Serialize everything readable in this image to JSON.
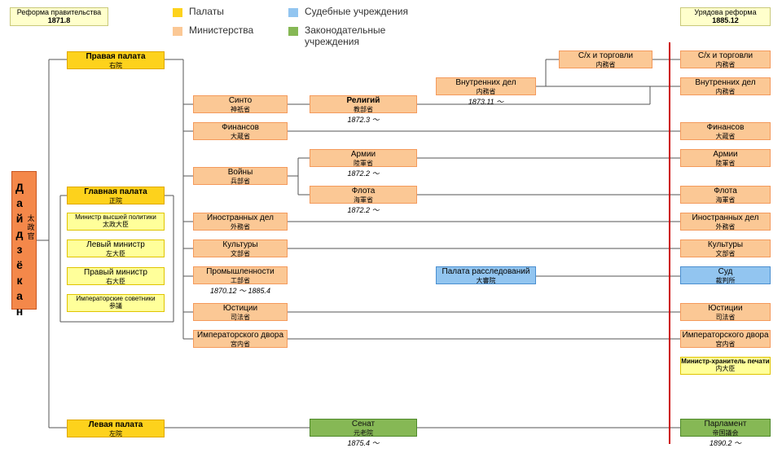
{
  "header_left": {
    "title": "Реформа правительства",
    "date": "1871.8"
  },
  "header_right": {
    "title": "Урядова реформа",
    "date": "1885.12"
  },
  "legend": [
    {
      "label": "Палаты",
      "color": "#fdd21c"
    },
    {
      "label": "Министерства",
      "color": "#fbc895"
    },
    {
      "label": "Судебные учреждения",
      "color": "#92c5f0"
    },
    {
      "label": "Законодательные учреждения",
      "color": "#86b855"
    }
  ],
  "daijokan": {
    "name": "Дайдзёкан",
    "kanji": "太政官",
    "color": "#f4884a"
  },
  "chambers": {
    "right": {
      "name": "Правая палата",
      "kanji": "右院"
    },
    "main": {
      "name": "Главная палата",
      "kanji": "正院"
    },
    "left": {
      "name": "Левая палата",
      "kanji": "左院"
    }
  },
  "main_members": [
    {
      "name": "Министр высшей политики",
      "kanji": "太政大臣"
    },
    {
      "name": "Левый министр",
      "kanji": "左大臣"
    },
    {
      "name": "Правый министр",
      "kanji": "右大臣"
    },
    {
      "name": "Императорские советники",
      "kanji": "参議"
    }
  ],
  "ministries": [
    {
      "name": "Синто",
      "kanji": "神祇省"
    },
    {
      "name": "Финансов",
      "kanji": "大蔵省"
    },
    {
      "name": "Войны",
      "kanji": "兵部省"
    },
    {
      "name": "Иностранных дел",
      "kanji": "外務省"
    },
    {
      "name": "Культуры",
      "kanji": "文部省"
    },
    {
      "name": "Промышленности",
      "kanji": "工部省",
      "date": "1870.12 〜 1885.4"
    },
    {
      "name": "Юстиции",
      "kanji": "司法省"
    },
    {
      "name": "Императорского двора",
      "kanji": "宮内省"
    }
  ],
  "middle": {
    "religion": {
      "name": "Религий",
      "kanji": "教部省",
      "date": "1872.3 〜"
    },
    "army": {
      "name": "Армии",
      "kanji": "陸軍省",
      "date": "1872.2 〜"
    },
    "navy": {
      "name": "Флота",
      "kanji": "海軍省",
      "date": "1872.2 〜"
    },
    "interior": {
      "name": "Внутренних дел",
      "kanji": "内務省",
      "date": "1873.11 〜"
    },
    "agriculture": {
      "name": "С/х и торговли",
      "kanji": "内務省"
    },
    "investigation": {
      "name": "Палата расследований",
      "kanji": "大審院"
    },
    "senate": {
      "name": "Сенат",
      "kanji": "元老院",
      "date": "1875.4 〜"
    }
  },
  "final": [
    {
      "name": "С/х и торговли",
      "kanji": "内務省"
    },
    {
      "name": "Внутренних дел",
      "kanji": "内務省"
    },
    {
      "name": "Финансов",
      "kanji": "大蔵省"
    },
    {
      "name": "Армии",
      "kanji": "陸軍省"
    },
    {
      "name": "Флота",
      "kanji": "海軍省"
    },
    {
      "name": "Иностранных дел",
      "kanji": "外務省"
    },
    {
      "name": "Культуры",
      "kanji": "文部省"
    },
    {
      "name": "Суд",
      "kanji": "裁判所"
    },
    {
      "name": "Юстиции",
      "kanji": "司法省"
    },
    {
      "name": "Императорского двора",
      "kanji": "宮内省"
    },
    {
      "name": "Министр-хранитель печати",
      "kanji": "内大臣"
    },
    {
      "name": "Парламент",
      "kanji": "帝国議会",
      "date": "1890.2 〜"
    }
  ],
  "colors": {
    "reform_line": "#cc0000",
    "connector": "#555555"
  }
}
